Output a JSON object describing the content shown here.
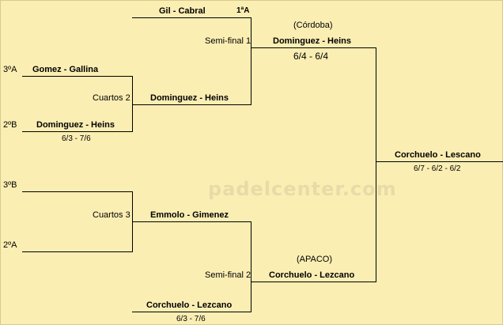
{
  "watermark": "padelcenter.com",
  "seeds": {
    "a3": "3ºA",
    "b2": "2ºB",
    "b3": "3ºB",
    "a2": "2ºA",
    "a1": "1ªA"
  },
  "teams": {
    "gil_cabral": "Gil - Cabral",
    "gomez_gallina": "Gomez - Gallina",
    "dominguez_heins_r1": "Dominguez - Heins",
    "dominguez_heins_qf": "Dominguez - Heins",
    "dominguez_heins_sf": "Dominguez - Heins",
    "emmolo_gimenez": "Emmolo - Gimenez",
    "corchuelo_lezcano_r1": "Corchuelo - Lezcano",
    "corchuelo_lezcano_sf": "Corchuelo - Lezcano",
    "final_winner": "Corchuelo - Lescano"
  },
  "rounds": {
    "qf2": "Cuartos 2",
    "qf3": "Cuartos 3",
    "sf1": "Semi-final 1",
    "sf2": "Semi-final 2"
  },
  "venues": {
    "sf1": "(Córdoba)",
    "sf2": "(APACO)"
  },
  "scores": {
    "qf2": "6/3 - 7/6",
    "sf1": "6/4 - 6/4",
    "sf2_r1": "6/3 - 7/6",
    "final": "6/7 - 6/2 - 6/2"
  }
}
